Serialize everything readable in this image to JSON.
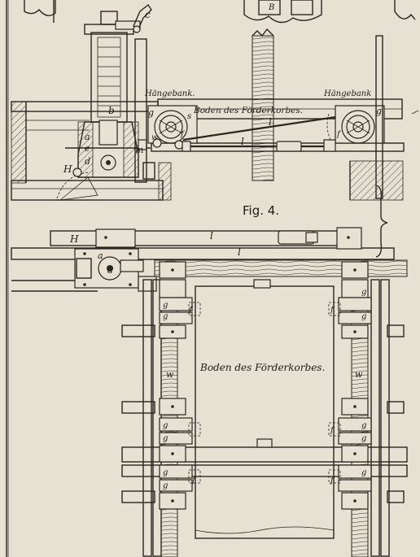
{
  "figure": {
    "label": "Fig. 4."
  },
  "labels": {
    "haengebank_left": "Hängebank.",
    "haengebank_right": "Hängebank",
    "boden_top": "Boden des Förderkorbes.",
    "boden_center": "Boden des Förderkorbes.",
    "c": "c",
    "b": "b",
    "a": "a",
    "e": "e",
    "m": "m",
    "d": "d",
    "H_top": "H",
    "H_plan": "H",
    "g": "g",
    "s": "s",
    "w": "w",
    "f": "f",
    "l": "l",
    "w_plan": "w"
  }
}
